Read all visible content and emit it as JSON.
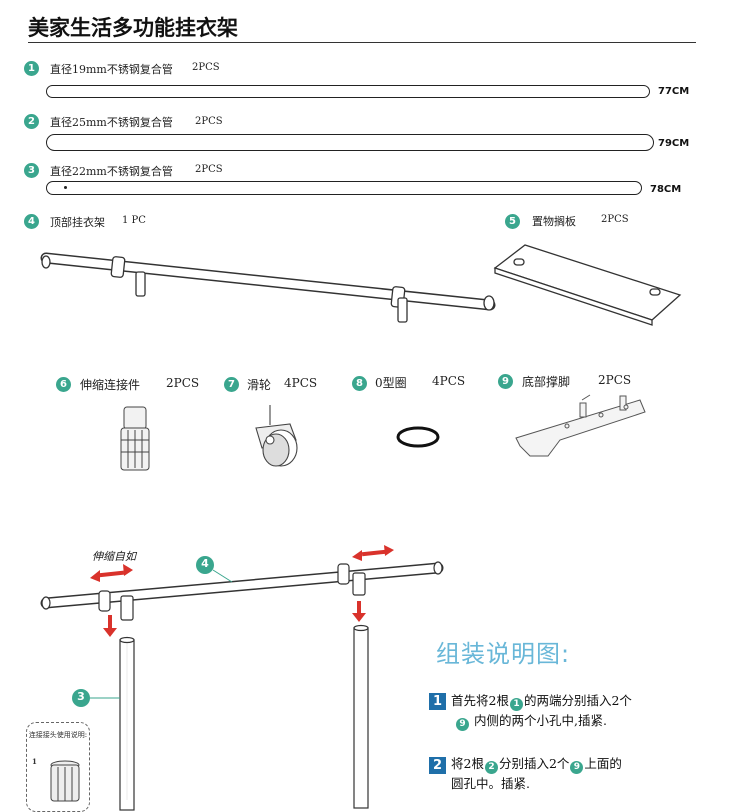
{
  "title": "美家生活多功能挂衣架",
  "parts": [
    {
      "num": "1",
      "label": "直径19mm不锈钢复合管",
      "qty": "2PCS",
      "length": "77CM"
    },
    {
      "num": "2",
      "label": "直径25mm不锈钢复合管",
      "qty": "2PCS",
      "length": "79CM"
    },
    {
      "num": "3",
      "label": "直径22mm不锈钢复合管",
      "qty": "2PCS",
      "length": "78CM"
    },
    {
      "num": "4",
      "label": "顶部挂衣架",
      "qty": "1 PC"
    },
    {
      "num": "5",
      "label": "置物搁板",
      "qty": "2PCS"
    },
    {
      "num": "6",
      "label": "伸缩连接件",
      "qty": "2PCS"
    },
    {
      "num": "7",
      "label": "滑轮",
      "qty": "4PCS"
    },
    {
      "num": "8",
      "label": "0型圈",
      "qty": "4PCS"
    },
    {
      "num": "9",
      "label": "底部撑脚",
      "qty": "2PCS"
    }
  ],
  "assembly": {
    "callout_telescopic": "伸缩自如",
    "callout_4": "4",
    "callout_3": "3",
    "heading": "组装说明图:",
    "steps": [
      {
        "num": "1",
        "pre": "首先将2根",
        "ref1": "1",
        "mid": "的两端分别插入2个",
        "ref2": "9",
        "post": "内侧的两个小孔中,插紧."
      },
      {
        "num": "2",
        "pre": "将2根",
        "ref1": "2",
        "mid": "分别插入2个",
        "ref2": "9",
        "post": "上面的",
        "line2": "圆孔中。插紧."
      }
    ],
    "note_title": "连接接头使用说明:",
    "note_step": "1"
  },
  "colors": {
    "badge": "#3aa68e",
    "arrow": "#d9322b",
    "heading": "#69b7d8",
    "step": "#1f6fa9"
  }
}
